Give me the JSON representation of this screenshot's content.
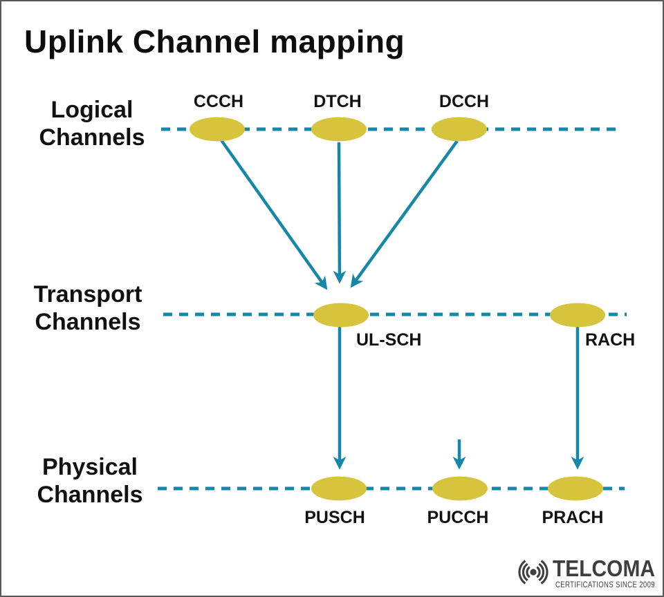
{
  "title": "Uplink Channel mapping",
  "colors": {
    "line_teal": "#1787a8",
    "node_yellow": "#d5c43c",
    "text_black": "#111111",
    "logo_gray": "#3e3d40",
    "frame_border": "#58595b"
  },
  "layers": {
    "logical": {
      "label": [
        "Logical",
        "Channels"
      ],
      "nodes": [
        {
          "label": "CCCH"
        },
        {
          "label": "DTCH"
        },
        {
          "label": "DCCH"
        }
      ]
    },
    "transport": {
      "label": [
        "Transport",
        "Channels"
      ],
      "nodes": [
        {
          "label": "UL-SCH"
        },
        {
          "label": "RACH"
        }
      ]
    },
    "physical": {
      "label": [
        "Physical",
        "Channels"
      ],
      "nodes": [
        {
          "label": "PUSCH"
        },
        {
          "label": "PUCCH"
        },
        {
          "label": "PRACH"
        }
      ]
    }
  },
  "connections": [
    {
      "from": "CCCH",
      "to": "UL-SCH"
    },
    {
      "from": "DTCH",
      "to": "UL-SCH"
    },
    {
      "from": "DCCH",
      "to": "UL-SCH"
    },
    {
      "from": "UL-SCH",
      "to": "PUSCH"
    },
    {
      "from": null,
      "to": "PUCCH"
    },
    {
      "from": "RACH",
      "to": "PRACH"
    }
  ],
  "logo": {
    "brand": "TELCOMA",
    "tagline": "CERTIFICATIONS SINCE 2009"
  }
}
